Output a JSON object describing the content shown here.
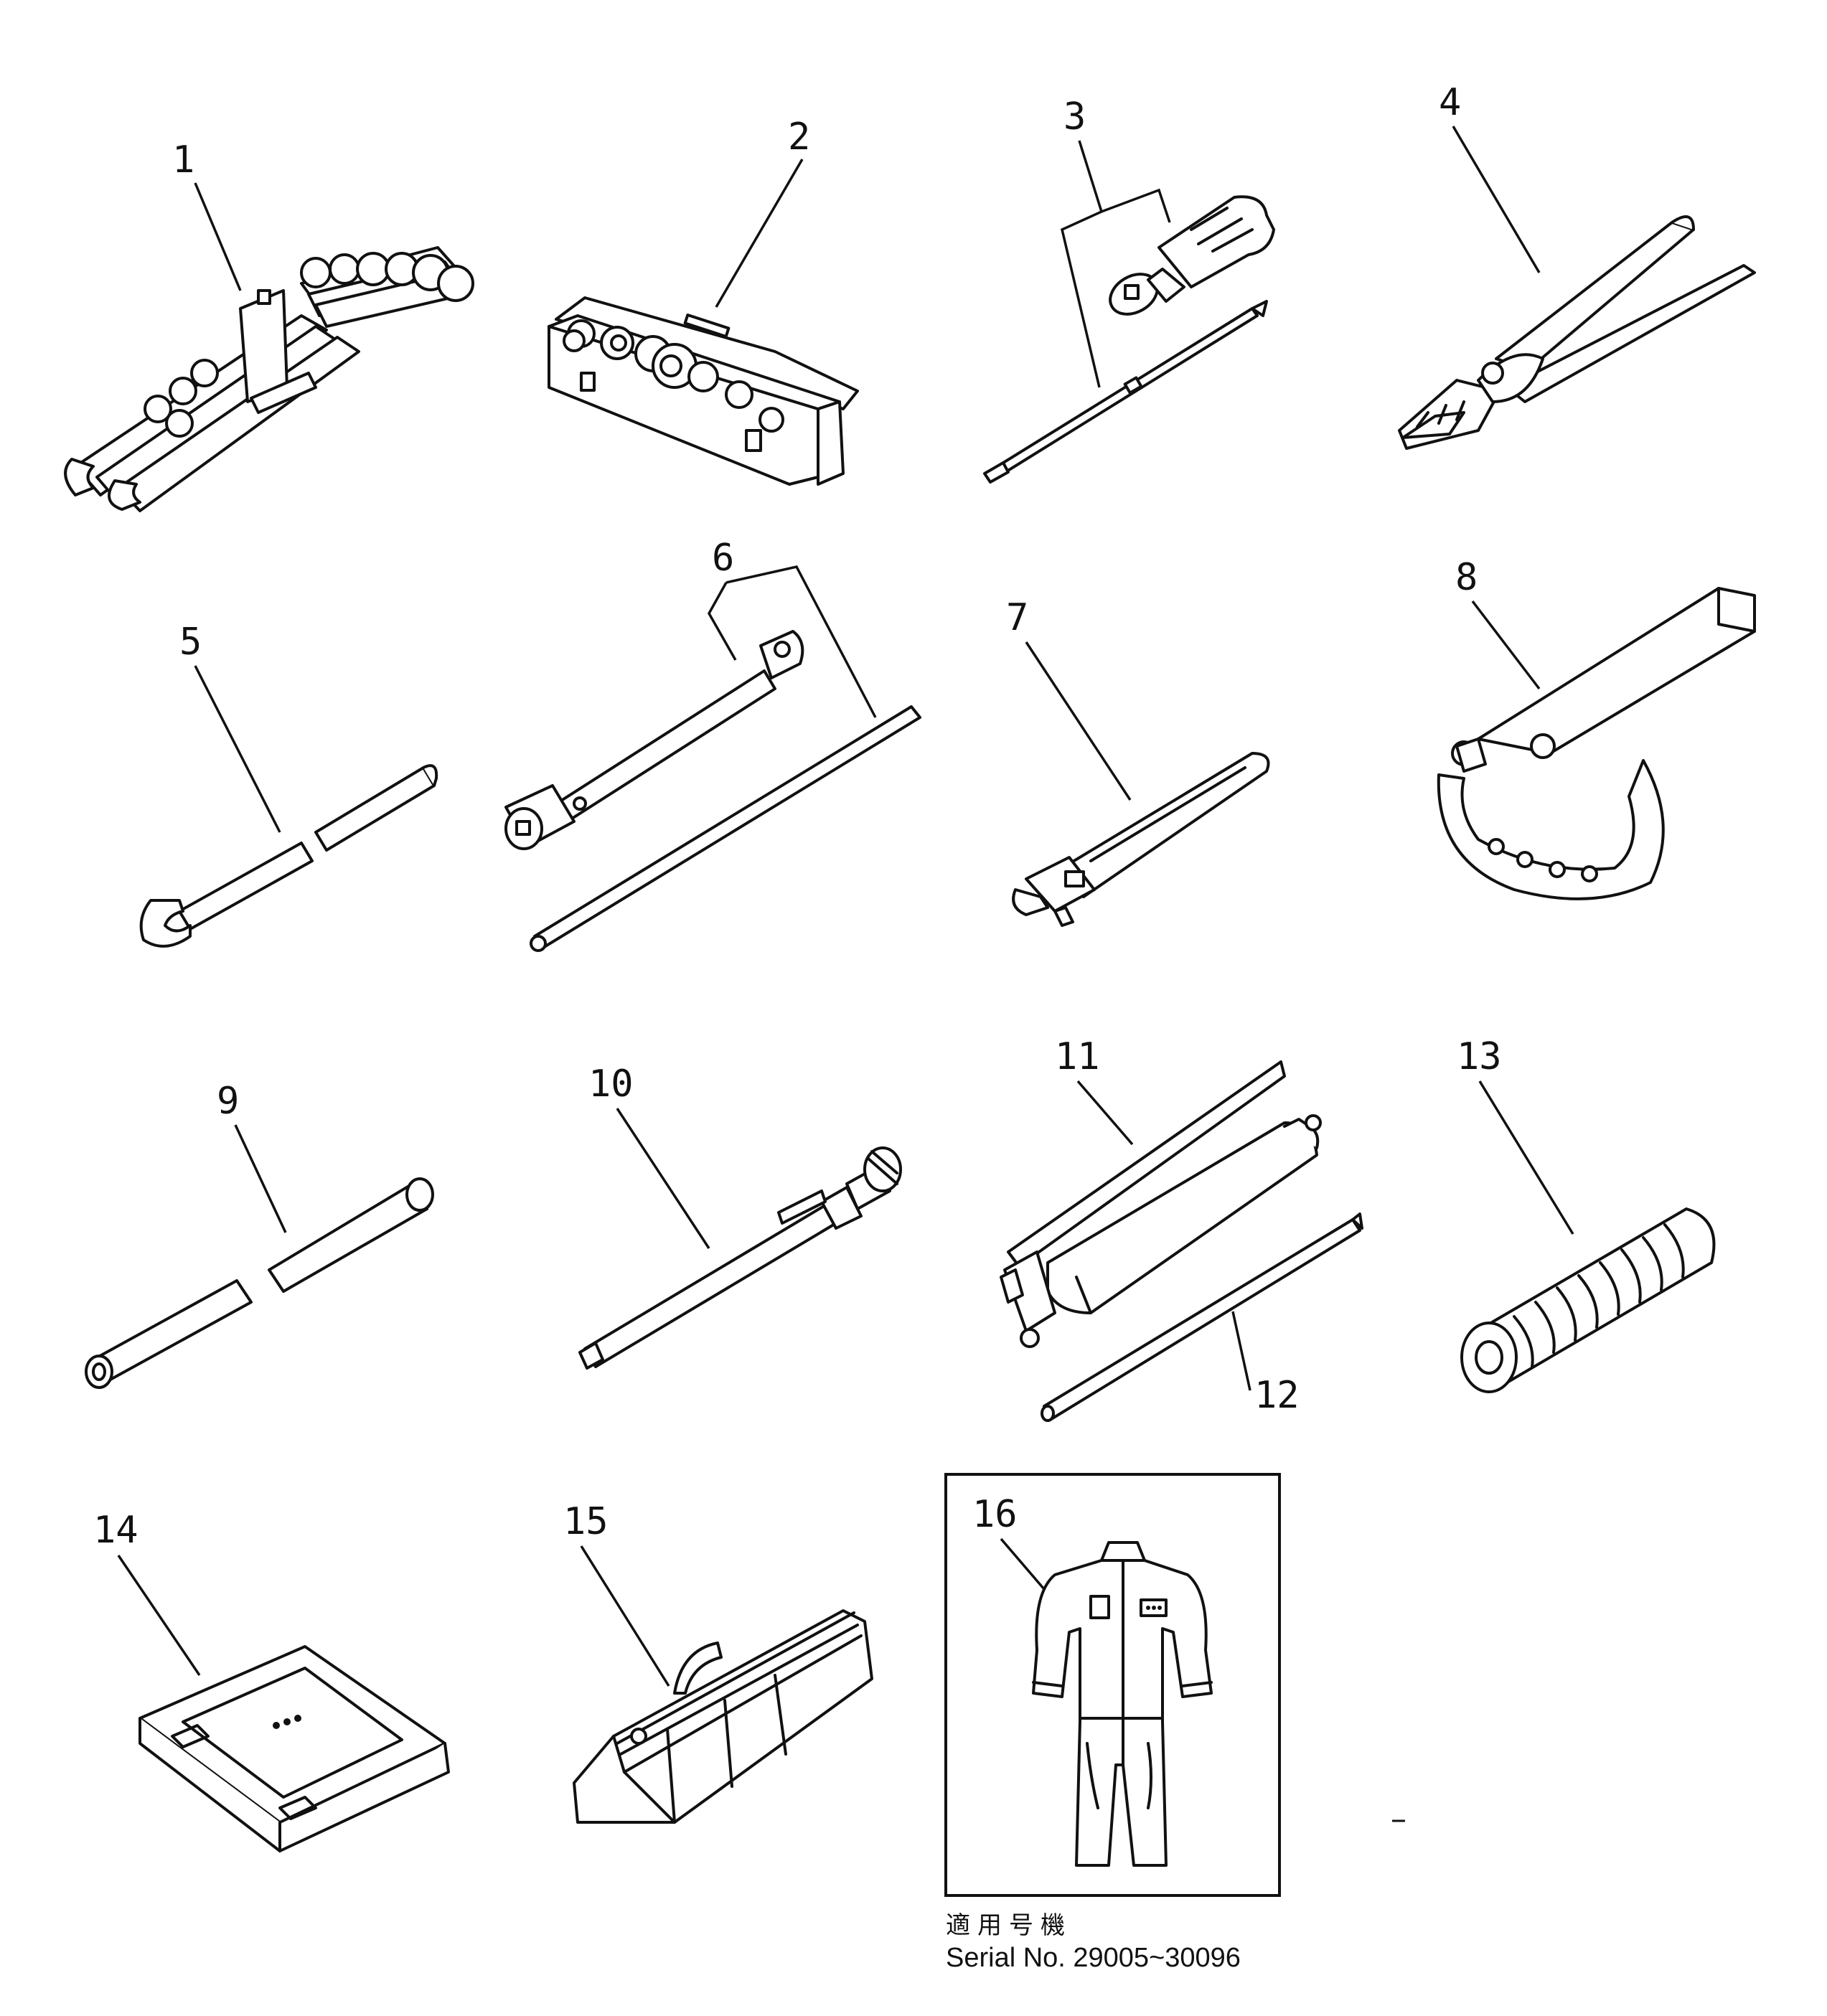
{
  "parts": [
    {
      "no": "1"
    },
    {
      "no": "2"
    },
    {
      "no": "3"
    },
    {
      "no": "4"
    },
    {
      "no": "5"
    },
    {
      "no": "6"
    },
    {
      "no": "7"
    },
    {
      "no": "8"
    },
    {
      "no": "9"
    },
    {
      "no": "10"
    },
    {
      "no": "11"
    },
    {
      "no": "12"
    },
    {
      "no": "13"
    },
    {
      "no": "14"
    },
    {
      "no": "15"
    },
    {
      "no": "16"
    }
  ],
  "serial_note": {
    "applicable_label_jp": "適用号機",
    "serial_text": "Serial No. 29005~30096"
  },
  "colors": {
    "ink": "#111111",
    "paper": "#ffffff"
  }
}
